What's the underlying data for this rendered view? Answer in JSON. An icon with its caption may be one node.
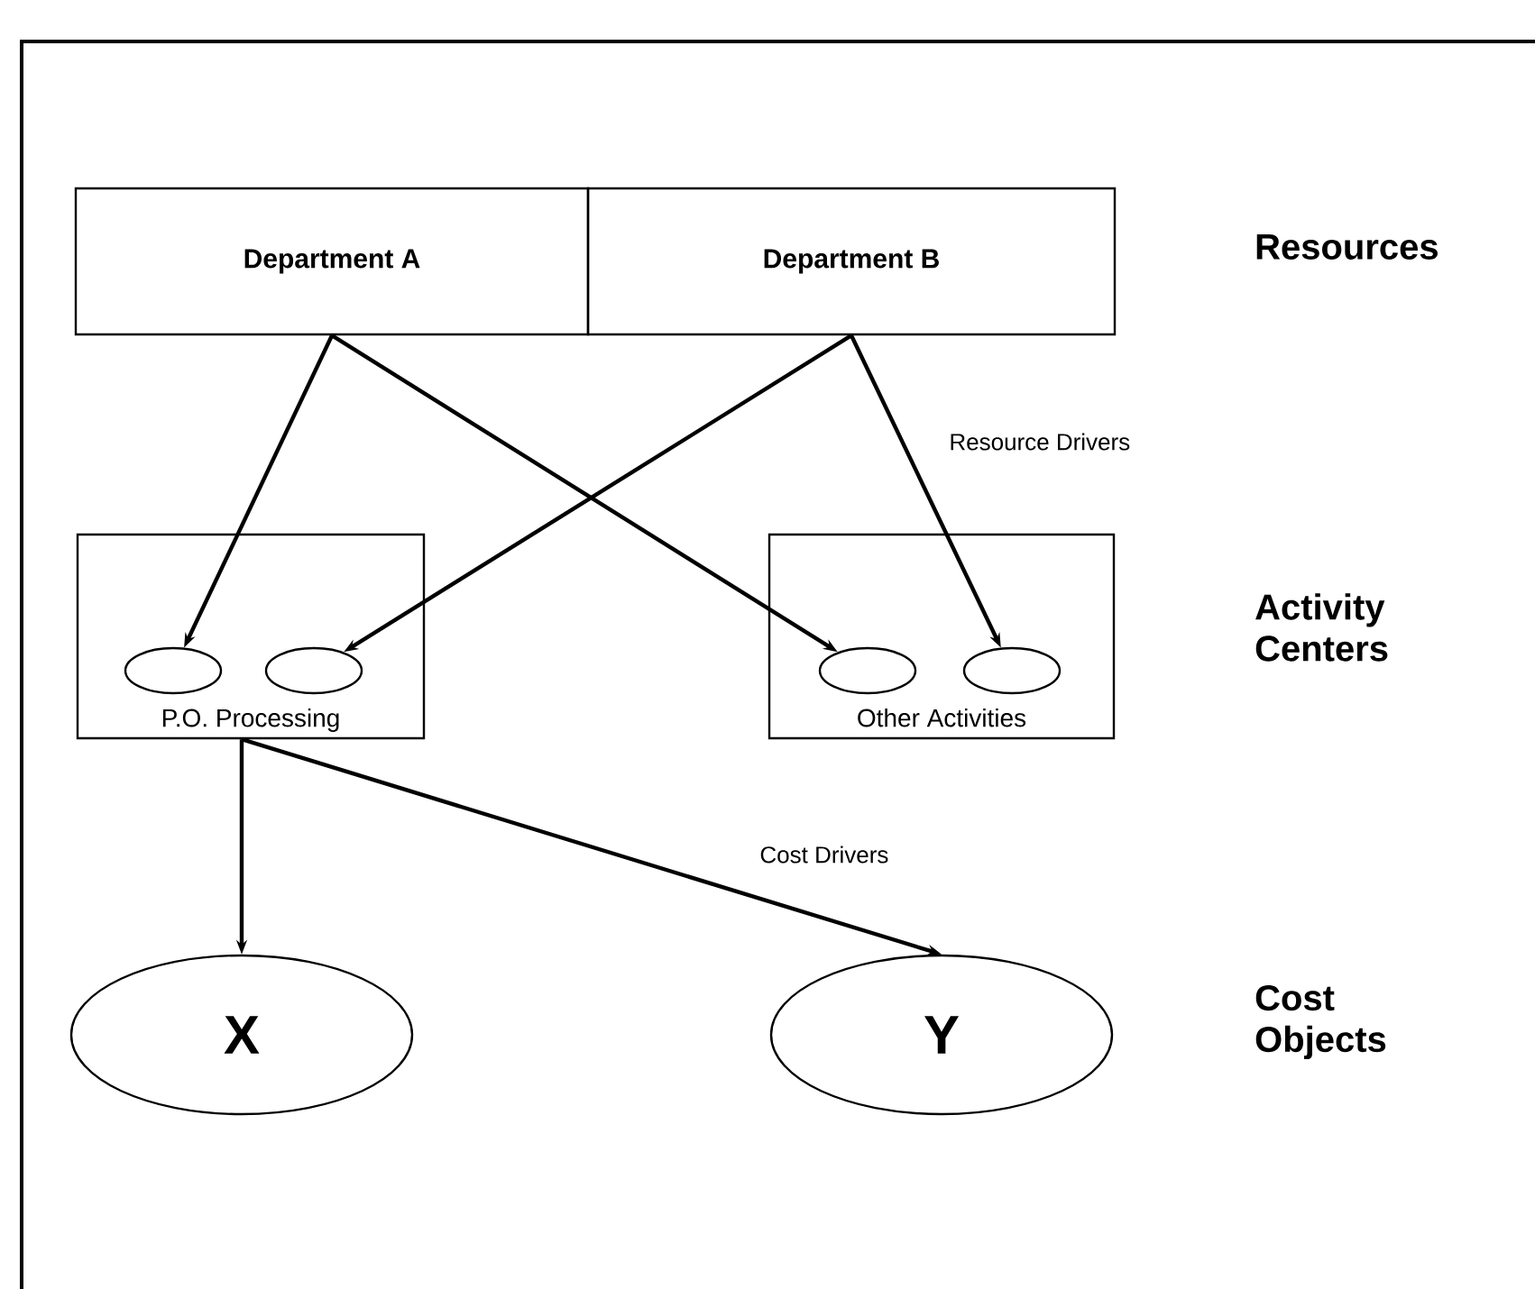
{
  "diagram": {
    "nodes": [
      {
        "text": [
          "Department A"
        ]
      },
      {
        "text": [
          "Department B"
        ]
      },
      {
        "text": [
          "P.O. Processing"
        ]
      },
      {
        "text": [],
        "shape": "ellipse",
        "in": 2
      },
      {
        "text": [],
        "shape": "ellipse",
        "in": 2
      },
      {
        "text": [
          "Other Activities"
        ]
      },
      {
        "text": [],
        "shape": "ellipse",
        "in": 5
      },
      {
        "text": [],
        "shape": "ellipse",
        "in": 5
      },
      {
        "text": [
          "X"
        ]
      },
      {
        "text": [
          "Y"
        ]
      }
    ],
    "edges": [
      {
        "from": 0,
        "to": 3,
        "arrow": "to"
      },
      {
        "from": 0,
        "to": 6,
        "arrow": "to"
      },
      {
        "from": 1,
        "to": 4,
        "arrow": "to"
      },
      {
        "from": 1,
        "to": 7,
        "arrow": "to",
        "label": "Resource Drivers"
      },
      {
        "from": 2,
        "to": 8,
        "arrow": "to"
      },
      {
        "from": 2,
        "to": 9,
        "arrow": "to",
        "label": "Cost Drivers"
      }
    ],
    "labels": [
      "Resources",
      "Activity Centers",
      "Cost Objects"
    ]
  }
}
